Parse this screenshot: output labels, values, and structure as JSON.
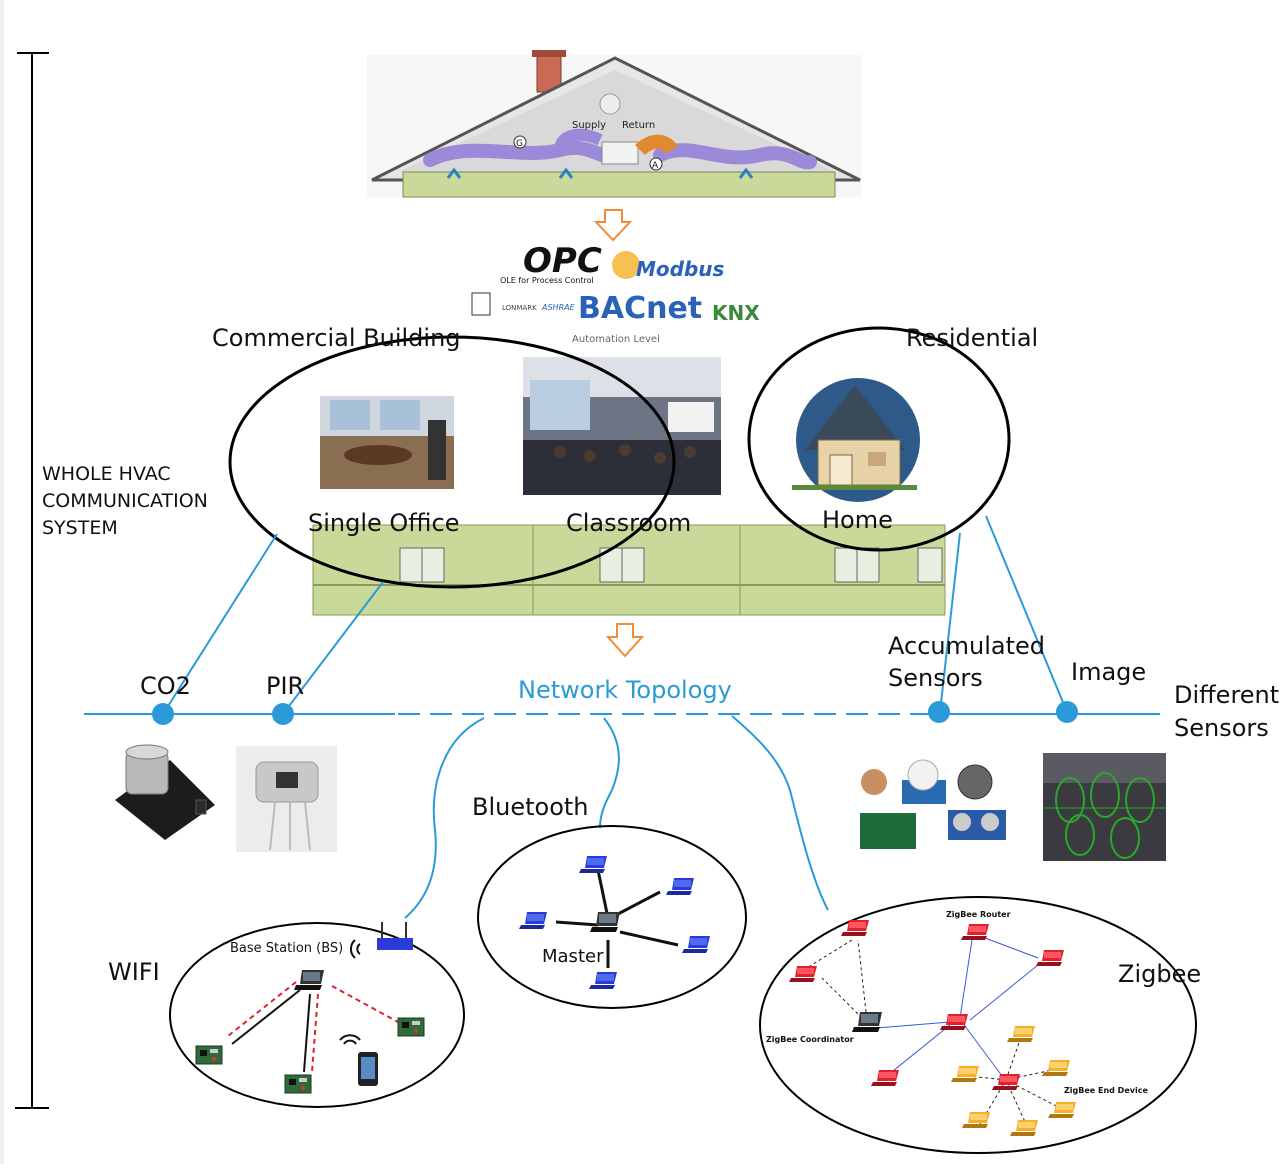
{
  "side_label": {
    "line1": "WHOLE HVAC",
    "line2": "COMMUNICATION",
    "line3": "SYSTEM"
  },
  "hvac": {
    "supply": "Supply",
    "return": "Return",
    "marker_g": "G",
    "marker_a": "A"
  },
  "protocols": {
    "opc": "OPC",
    "opc_sub": "OLE for Process Control",
    "modbus": "Modbus",
    "lonmark": "LONMARK",
    "ashrae": "ASHRAE",
    "bacnet": "BACnet",
    "knx": "KNX",
    "automation_level": "Automation Level"
  },
  "buildings": {
    "commercial": "Commercial Building",
    "residential": "Residential",
    "single_office": "Single Office",
    "classroom": "Classroom",
    "home": "Home"
  },
  "sensors": {
    "co2": "CO2",
    "pir": "PIR",
    "network_topology": "Network Topology",
    "accumulated_line1": "Accumulated",
    "accumulated_line2": "Sensors",
    "image": "Image",
    "different_line1": "Different",
    "different_line2": "Sensors"
  },
  "networks": {
    "bluetooth": "Bluetooth",
    "master": "Master",
    "wifi": "WIFI",
    "base_station": "Base Station (BS)",
    "zigbee": "Zigbee",
    "zigbee_router": "ZigBee Router",
    "zigbee_coordinator": "ZigBee Coordinator",
    "zigbee_end_device": "ZigBee End Device"
  },
  "colors": {
    "network_blue": "#2a9bd8",
    "arrow_orange": "#f08c3a",
    "zigbee_red": "#e0202c",
    "zigbee_orange": "#f5b028",
    "laptop_blue": "#2b3bd6",
    "wall_green": "#c9d99a"
  }
}
